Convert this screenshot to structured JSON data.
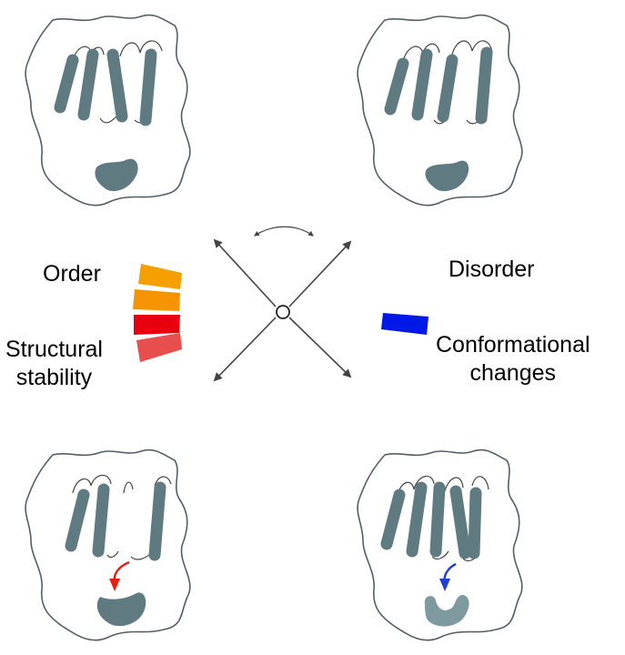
{
  "labels": {
    "order": "Order",
    "structural_stability": [
      "Structural",
      "stability"
    ],
    "disorder": "Disorder",
    "conformational_changes": [
      "Conformational",
      "changes"
    ]
  },
  "colors": {
    "outline": "#555f63",
    "helix": "#5f7b81",
    "domain_normal": "#5f7b81",
    "domain_light": "#7e9aa0",
    "arrow": "#444444",
    "order_bar_1": "#f5a000",
    "order_bar_2": "#f59400",
    "order_bar_3": "#e8000e",
    "order_bar_4": "#e84e4e",
    "disorder_bar": "#0019e6",
    "red_arrow": "#e8200e",
    "blue_arrow": "#1f3fd6"
  }
}
